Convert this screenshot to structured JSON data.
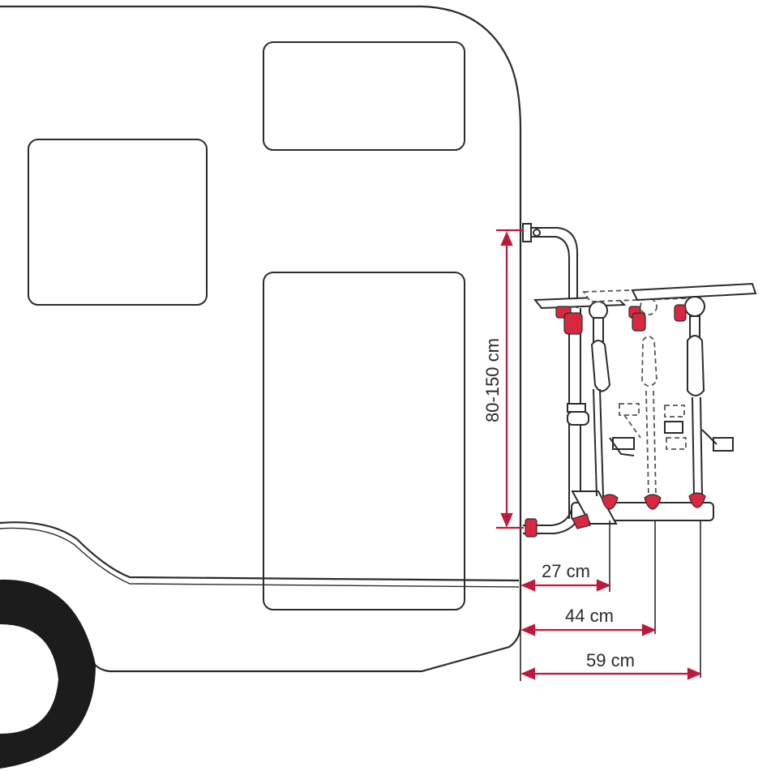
{
  "diagram": {
    "colors": {
      "outline": "#2b2b2b",
      "dimension": "#c0183a",
      "accent": "#d8283f",
      "dashed": "#555555",
      "background": "#ffffff"
    },
    "dimensions": {
      "height_range": "80-150 cm",
      "depth_1": "27 cm",
      "depth_2": "44 cm",
      "depth_3": "59 cm"
    }
  }
}
